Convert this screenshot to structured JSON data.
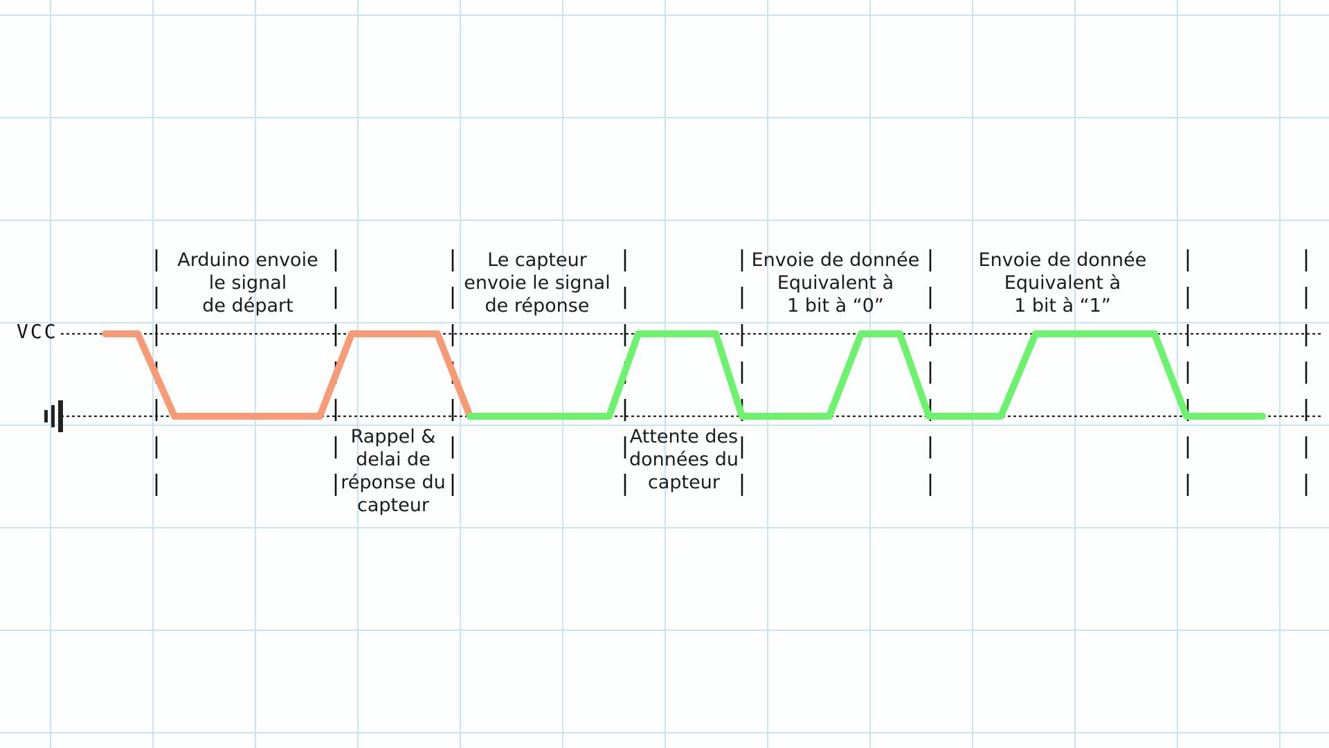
{
  "colors": {
    "grid": "#c9e3f2",
    "arduino_signal": "#f79a76",
    "sensor_signal": "#6cf26c",
    "reference_line": "#222222",
    "phase_divider": "#111111",
    "text": "#1c1c1c"
  },
  "levels": {
    "vcc_label": "VCC",
    "ground_symbol": "ground-icon"
  },
  "phases_top": [
    {
      "lines": [
        "Arduino envoie",
        "le signal",
        "de départ"
      ]
    },
    {
      "lines": [
        "Le capteur",
        "envoie le signal",
        "de réponse"
      ]
    },
    {
      "lines": [
        "Envoie de donnée",
        "Equivalent à",
        "1 bit à “0”"
      ]
    },
    {
      "lines": [
        "Envoie de donnée",
        "Equivalent à",
        "1 bit à “1”"
      ]
    }
  ],
  "phases_bottom": [
    {
      "lines": [
        "Rappel &",
        "delai de",
        "réponse du",
        "capteur"
      ]
    },
    {
      "lines": [
        "Attente des",
        "données du",
        "capteur"
      ]
    }
  ]
}
